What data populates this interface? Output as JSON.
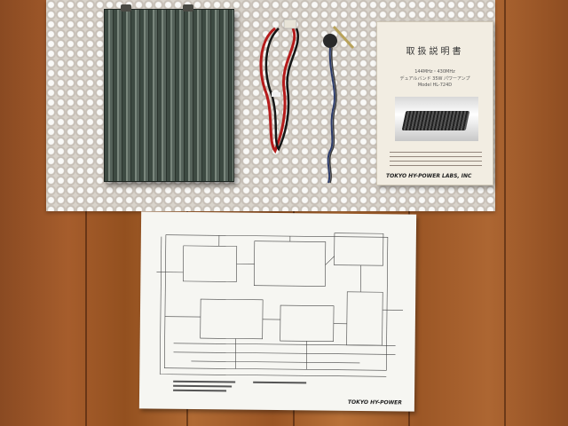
{
  "photo": {
    "manual": {
      "title": "取扱説明書",
      "freq_line": "144MHz・430MHz",
      "desc_line": "デュアルバンド 35W パワーアンプ",
      "model_line": "Model HL-724D",
      "brand_logo": "TOKYO HY-POWER LABS, INC"
    },
    "schematic": {
      "brand_logo": "TOKYO HY-POWER"
    }
  }
}
